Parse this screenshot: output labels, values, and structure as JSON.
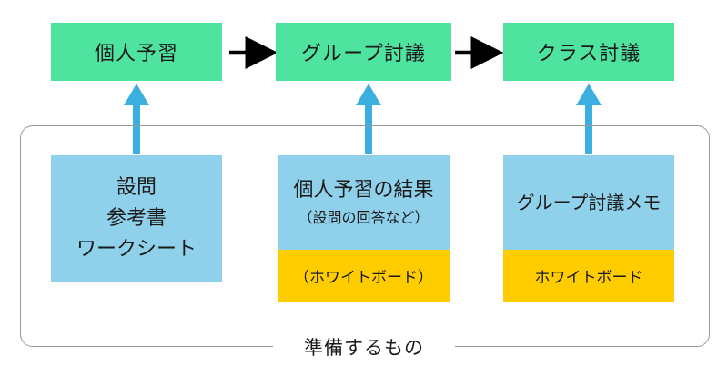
{
  "colors": {
    "process": "#4fe3a0",
    "material": "#8fd0ea",
    "whiteboard": "#ffcc00",
    "up_arrow": "#3aafe0",
    "flow_arrow": "#000000",
    "frame": "#999999"
  },
  "flow": [
    {
      "label": "個人予習"
    },
    {
      "label": "グループ討議"
    },
    {
      "label": "クラス討議"
    }
  ],
  "materials": [
    {
      "lines": [
        "設問",
        "参考書",
        "ワークシート"
      ],
      "whiteboard": ""
    },
    {
      "lines": [
        "個人予習の結果"
      ],
      "sub": "（設問の回答など）",
      "whiteboard": "（ホワイトボード）"
    },
    {
      "lines": [
        "グループ討議メモ"
      ],
      "whiteboard": "ホワイトボード"
    }
  ],
  "frame_label": "準備するもの"
}
